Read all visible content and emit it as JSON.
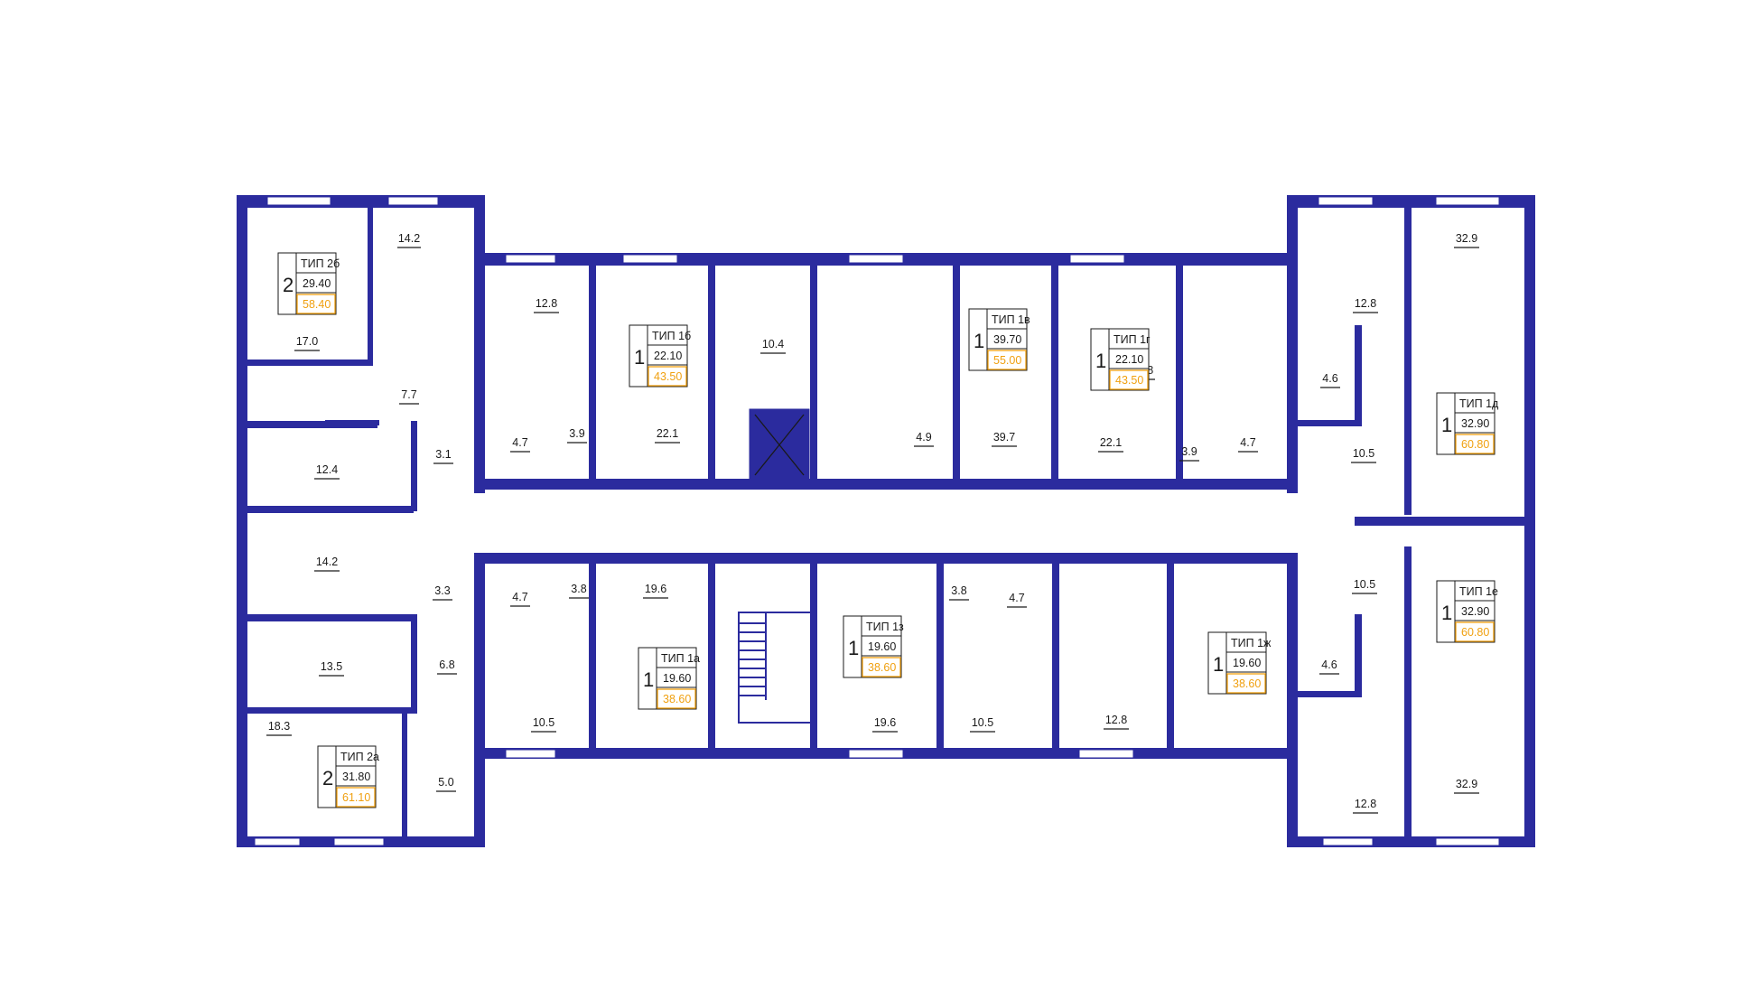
{
  "colors": {
    "wall": "#2b2b9e",
    "total_area": "#f0a010",
    "text": "#1a1a1a"
  },
  "rooms": [
    {
      "label": "14.2"
    },
    {
      "label": "17.0"
    },
    {
      "label": "7.7"
    },
    {
      "label": "12.4"
    },
    {
      "label": "3.1"
    },
    {
      "label": "14.2"
    },
    {
      "label": "3.3"
    },
    {
      "label": "13.5"
    },
    {
      "label": "6.8"
    },
    {
      "label": "18.3"
    },
    {
      "label": "5.0"
    },
    {
      "label": "12.8"
    },
    {
      "label": "4.7"
    },
    {
      "label": "3.9"
    },
    {
      "label": "22.1"
    },
    {
      "label": "10.4"
    },
    {
      "label": "4.9"
    },
    {
      "label": "39.7"
    },
    {
      "label": "22.1"
    },
    {
      "label": "12.8"
    },
    {
      "label": "3.9"
    },
    {
      "label": "4.7"
    },
    {
      "label": "12.8"
    },
    {
      "label": "4.6"
    },
    {
      "label": "10.5"
    },
    {
      "label": "32.9"
    },
    {
      "label": "4.7"
    },
    {
      "label": "3.8"
    },
    {
      "label": "19.6"
    },
    {
      "label": "10.5"
    },
    {
      "label": "19.6"
    },
    {
      "label": "3.8"
    },
    {
      "label": "4.7"
    },
    {
      "label": "10.5"
    },
    {
      "label": "12.8"
    },
    {
      "label": "10.5"
    },
    {
      "label": "4.6"
    },
    {
      "label": "12.8"
    },
    {
      "label": "32.9"
    }
  ],
  "apartments": [
    {
      "type": "ТИП 2б",
      "rooms": "2",
      "living": "29.40",
      "total": "58.40"
    },
    {
      "type": "ТИП 1б",
      "rooms": "1",
      "living": "22.10",
      "total": "43.50"
    },
    {
      "type": "ТИП 1в",
      "rooms": "1",
      "living": "39.70",
      "total": "55.00"
    },
    {
      "type": "ТИП 1г",
      "rooms": "1",
      "living": "22.10",
      "total": "43.50"
    },
    {
      "type": "ТИП 1д",
      "rooms": "1",
      "living": "32.90",
      "total": "60.80"
    },
    {
      "type": "ТИП 1е",
      "rooms": "1",
      "living": "32.90",
      "total": "60.80"
    },
    {
      "type": "ТИП 1ж",
      "rooms": "1",
      "living": "19.60",
      "total": "38.60"
    },
    {
      "type": "ТИП 1з",
      "rooms": "1",
      "living": "19.60",
      "total": "38.60"
    },
    {
      "type": "ТИП 1а",
      "rooms": "1",
      "living": "19.60",
      "total": "38.60"
    },
    {
      "type": "ТИП 2а",
      "rooms": "2",
      "living": "31.80",
      "total": "61.10"
    }
  ]
}
